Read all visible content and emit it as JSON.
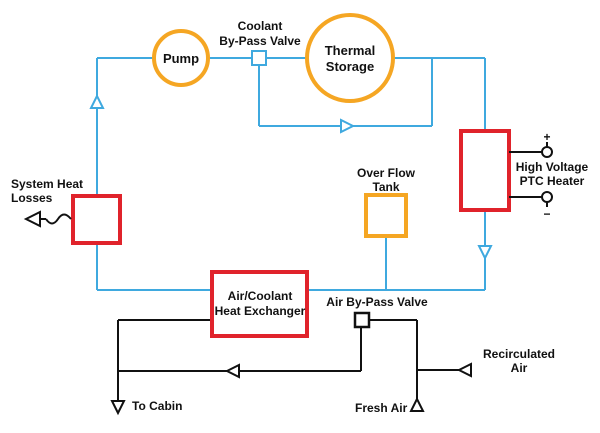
{
  "colors": {
    "coolant_loop": "#3FA9DF",
    "air_loop": "#111111",
    "circle_component": "#F5A623",
    "overflow_tank": "#F5A623",
    "heater_box": "#E0232B",
    "exchanger_box": "#E0232B",
    "heat_loss_box": "#E0232B",
    "text": "#111111"
  },
  "labels": {
    "pump": "Pump",
    "coolant_bypass_1": "Coolant",
    "coolant_bypass_2": "By-Pass Valve",
    "thermal_1": "Thermal",
    "thermal_2": "Storage",
    "heat_losses_1": "System Heat",
    "heat_losses_2": "Losses",
    "overflow_1": "Over Flow",
    "overflow_2": "Tank",
    "heater_1": "High Voltage",
    "heater_2": "PTC Heater",
    "plus": "+",
    "minus": "−",
    "exchanger_1": "Air/Coolant",
    "exchanger_2": "Heat Exchanger",
    "air_bypass": "Air By-Pass Valve",
    "to_cabin": "To Cabin",
    "fresh_air": "Fresh Air",
    "recirc_1": "Recirculated",
    "recirc_2": "Air"
  }
}
